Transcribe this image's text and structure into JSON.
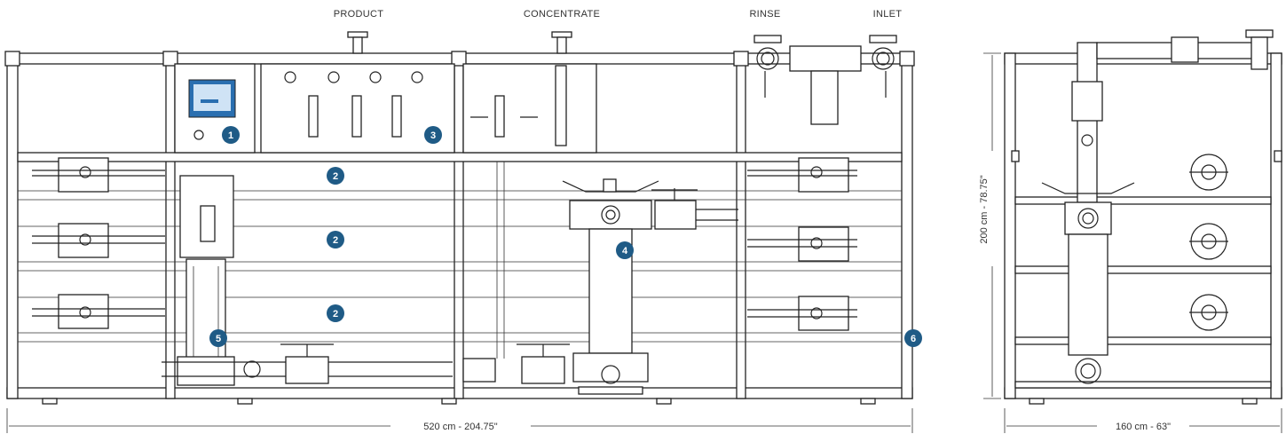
{
  "labels": {
    "product": "PRODUCT",
    "concentrate": "CONCENTRATE",
    "rinse": "RINSE",
    "inlet": "INLET"
  },
  "dimensions": {
    "front_width": "520 cm - 204.75\"",
    "side_width": "160 cm - 63\"",
    "side_height": "200 cm - 78.75\""
  },
  "badges": [
    "1",
    "2",
    "2",
    "2",
    "3",
    "4",
    "5",
    "6"
  ],
  "colors": {
    "badge": "#1f5b86",
    "line": "#222222",
    "panel_screen": "#2a6fb0"
  }
}
